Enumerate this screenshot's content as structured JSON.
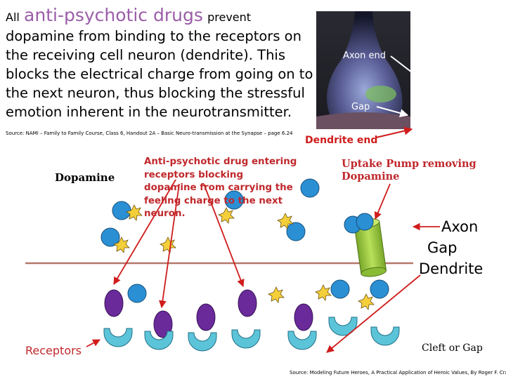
{
  "intro": {
    "lead": "All",
    "highlight": "anti-psychotic drugs",
    "after": "prevent",
    "rest": "dopamine from binding to the receptors on the receiving cell neuron (dendrite). This blocks the electrical charge from going on to the next neuron, thus blocking the stressful emotion inherent in the neurotransmitter."
  },
  "source_top": "Source: NAMI – Family to Family Course, Class 6, Handout 2A – Basic Neuro-transmission at the Synapse – page 6.24",
  "photo": {
    "axon_end": "Axon end",
    "gap": "Gap",
    "dendrite_end": "Dendrite end"
  },
  "dopamine_label": "Dopamine",
  "antipsychotic_note": "Anti-psychotic drug entering receptors blocking dopamine from carrying the feeling charge to the next neuron.",
  "uptake_note": "Uptake Pump removing Dopamine",
  "zones": {
    "axon": "Axon",
    "gap": "Gap",
    "dendrite": "Dendrite"
  },
  "receptors_label": "Receptors",
  "cleft_label": "Cleft or Gap",
  "box_glyph": "",
  "source_bottom": "Source: Modeling Future Heroes, A Practical Application of Heroic Values, By Roger F. Cram",
  "colors": {
    "accent_red": "#c0282c",
    "dopamine_blue": "#2b8fd4",
    "drug_purple": "#6a2a9a",
    "receptor_cyan": "#5cc4d8",
    "pump_green": "#9ccc3c",
    "spark_yellow": "#f5cf3a",
    "membrane_line": "#b5776a",
    "intro_highlight": "#9b5da8"
  }
}
